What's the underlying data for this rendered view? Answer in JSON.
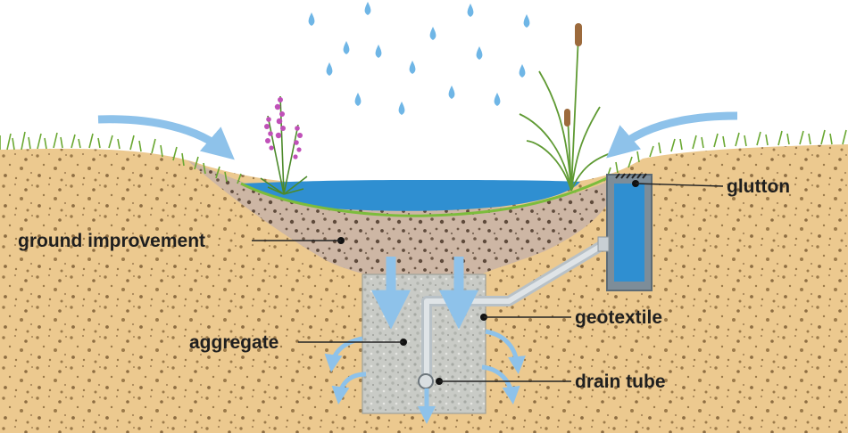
{
  "labels": {
    "glutton": "glutton",
    "ground_improvement": "ground improvement",
    "geotextile": "geotextile",
    "aggregate": "aggregate",
    "drain_tube": "drain tube"
  },
  "colors": {
    "sky": "#ffffff",
    "soil": "#ecc98f",
    "soil_speckle": "#9b7a4a",
    "improved_soil": "#cdb6a4",
    "aggregate_fill": "#c9cbc6",
    "water": "#2f8fd1",
    "grass": "#7cbc3c",
    "rain_drop": "#6fb6e6",
    "arrow_blue": "#8ec2ea",
    "glutton_frame": "#6f7f8c",
    "pipe": "#c8cfd4"
  },
  "icons": [
    "rain-drop-icon",
    "reed-plant-icon",
    "loosestrife-flower-icon",
    "flow-arrow-icon"
  ]
}
